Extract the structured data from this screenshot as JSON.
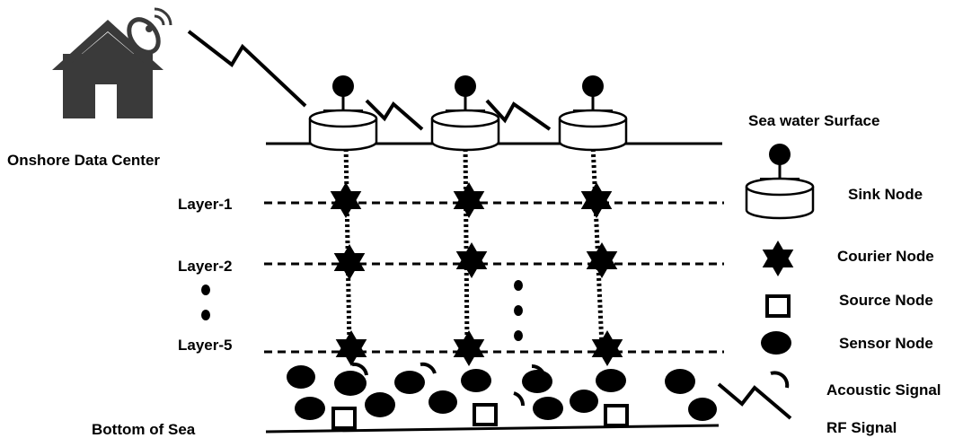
{
  "labels": {
    "onshore": "Onshore Data Center",
    "surface": "Sea water Surface",
    "bottom": "Bottom of Sea",
    "layer1": "Layer-1",
    "layer2": "Layer-2",
    "layer5": "Layer-5"
  },
  "legend": {
    "sink": "Sink Node",
    "courier": "Courier Node",
    "source": "Source Node",
    "sensor": "Sensor Node",
    "acoustic": "Acoustic Signal",
    "rf": "RF Signal"
  },
  "colors": {
    "ink": "#000000",
    "house": "#3a3a3a",
    "background": "#ffffff"
  }
}
